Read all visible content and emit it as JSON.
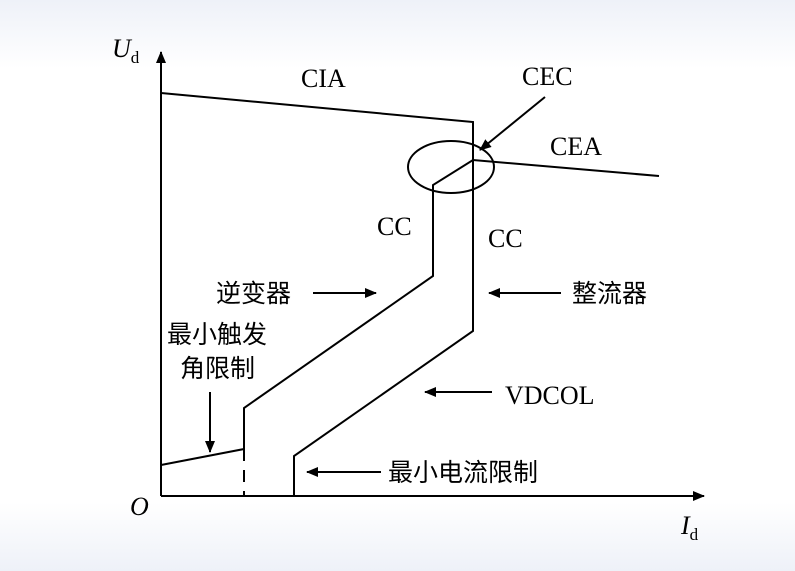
{
  "axes": {
    "y_symbol": "U",
    "y_subscript": "d",
    "x_symbol": "I",
    "x_subscript": "d",
    "origin": "O"
  },
  "labels": {
    "cia": "CIA",
    "cec": "CEC",
    "cea": "CEA",
    "cc_inverter": "CC",
    "cc_rectifier": "CC",
    "inverter": "逆变器",
    "rectifier": "整流器",
    "min_angle_line1": "最小触发",
    "min_angle_line2": "角限制",
    "vdcol": "VDCOL",
    "min_current": "最小电流限制"
  }
}
